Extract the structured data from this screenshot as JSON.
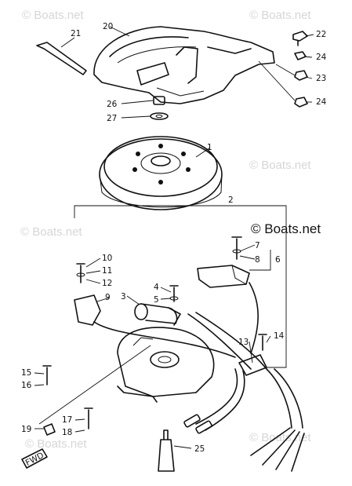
{
  "watermark": "© Boats.net",
  "copyright": "© Boats.net",
  "fwd_label": "FWD",
  "callouts": {
    "c1": "1",
    "c2": "2",
    "c3": "3",
    "c4": "4",
    "c5": "5",
    "c6": "6",
    "c7": "7",
    "c8": "8",
    "c9": "9",
    "c10": "10",
    "c11": "11",
    "c12": "12",
    "c13": "13",
    "c14": "14",
    "c15": "15",
    "c16": "16",
    "c17": "17",
    "c18": "18",
    "c19": "19",
    "c20": "20",
    "c21": "21",
    "c22": "22",
    "c23": "23",
    "c24a": "24",
    "c24b": "24",
    "c25": "25",
    "c26": "26",
    "c27": "27"
  }
}
